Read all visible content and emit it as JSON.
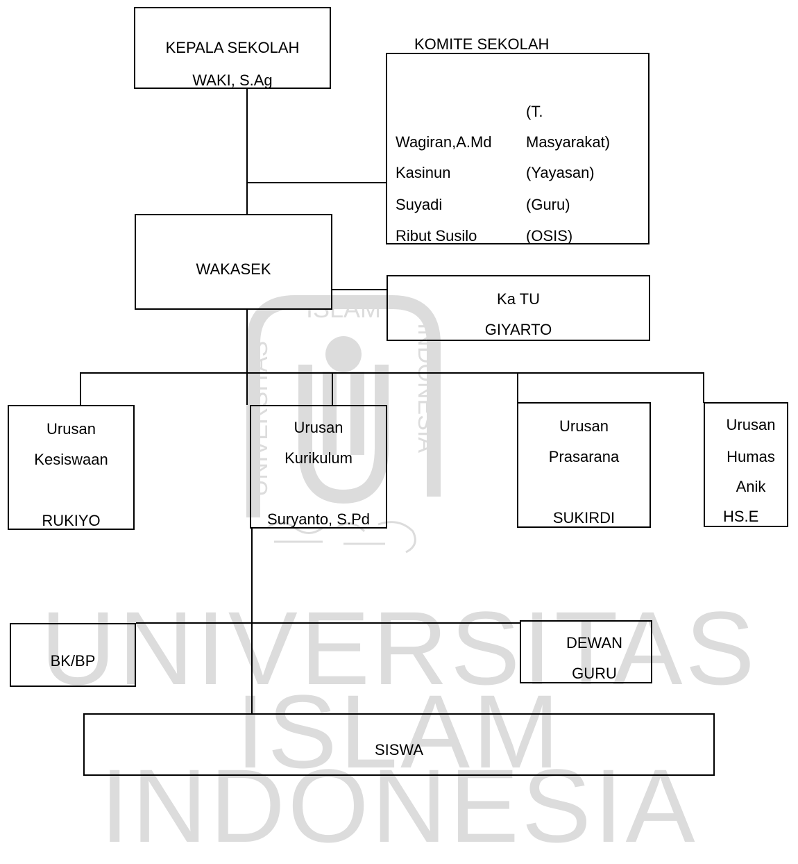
{
  "kepala": {
    "title": "KEPALA SEKOLAH",
    "name": "WAKI, S.Ag"
  },
  "komite": {
    "title": "KOMITE SEKOLAH",
    "members": [
      {
        "name": "",
        "role": "(T."
      },
      {
        "name": "Wagiran,A.Md",
        "role": "Masyarakat)"
      },
      {
        "name": "Kasinun",
        "role": "(Yayasan)"
      },
      {
        "name": "Suyadi",
        "role": "(Guru)"
      },
      {
        "name": "Ribut Susilo",
        "role": "(OSIS)"
      }
    ]
  },
  "wakasek": {
    "title": "WAKASEK"
  },
  "katu": {
    "title": "Ka TU",
    "name": "GIYARTO"
  },
  "kesiswaan": {
    "l1": "Urusan",
    "l2": "Kesiswaan",
    "name": "RUKIYO"
  },
  "kurikulum": {
    "l1": "Urusan",
    "l2": "Kurikulum",
    "name": "Suryanto, S.Pd"
  },
  "prasarana": {
    "l1": "Urusan",
    "l2": "Prasarana",
    "name": "SUKIRDI"
  },
  "humas": {
    "l1": "Urusan",
    "l2": "Humas",
    "l3": "Anik",
    "name": "HS.E"
  },
  "bkbp": {
    "title": "BK/BP"
  },
  "dewan": {
    "l1": "DEWAN",
    "l2": "GURU"
  },
  "siswa": {
    "title": "SISWA"
  },
  "watermark": {
    "big1": "UNIVERSITAS",
    "big2": "ISLAM",
    "big3": "INDONESIA",
    "ring_top": "ISLAM",
    "ring_left": "UNIVERSITAS",
    "ring_right": "INDONESIA"
  }
}
